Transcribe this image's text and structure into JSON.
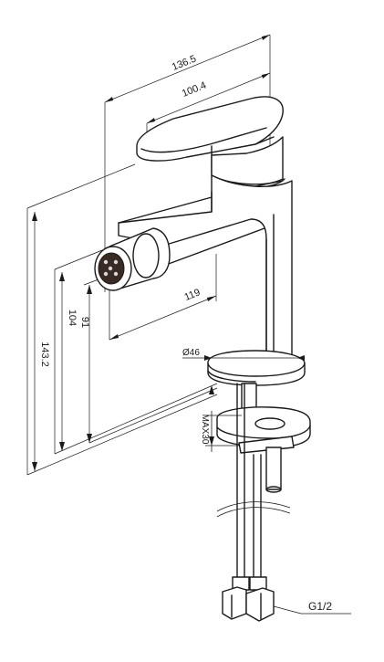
{
  "dimensions": {
    "width_overall": "136.5",
    "width_spout": "100.4",
    "depth_reach": "119",
    "height_total": "143.2",
    "height_spout": "104",
    "height_nozzle": "91",
    "hole_diameter": "Ø46",
    "max_thickness": "MAX30",
    "connection_thread": "G1/2"
  },
  "colors": {
    "line": "#1a1a1a",
    "nozzle": "#3a2a24",
    "nozzle_dots": "#d9d9d9"
  }
}
